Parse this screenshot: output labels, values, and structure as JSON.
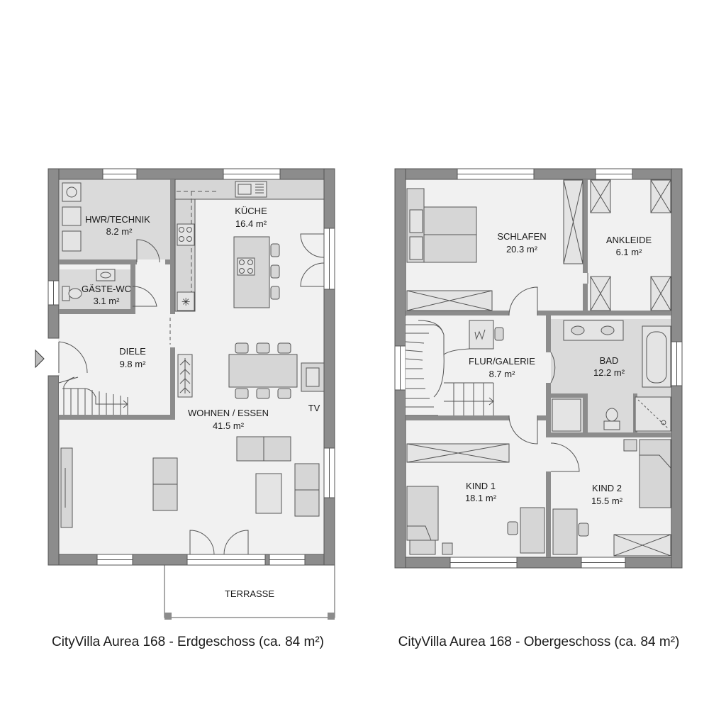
{
  "plans": [
    {
      "id": "ground",
      "caption": "CityVilla Aurea 168 - Erdgeschoss (ca. 84 m²)",
      "rooms": [
        {
          "name": "HWR/TECHNIK",
          "area": "8.2 m²"
        },
        {
          "name": "KÜCHE",
          "area": "16.4 m²"
        },
        {
          "name": "GÄSTE-WC",
          "area": "3.1 m²"
        },
        {
          "name": "DIELE",
          "area": "9.8 m²"
        },
        {
          "name": "WOHNEN / ESSEN",
          "area": "41.5 m²"
        }
      ],
      "labels": {
        "tv": "TV",
        "terrace": "TERRASSE"
      }
    },
    {
      "id": "upper",
      "caption": "CityVilla Aurea 168 - Obergeschoss (ca. 84 m²)",
      "rooms": [
        {
          "name": "SCHLAFEN",
          "area": "20.3 m²"
        },
        {
          "name": "ANKLEIDE",
          "area": "6.1 m²"
        },
        {
          "name": "FLUR/GALERIE",
          "area": "8.7 m²"
        },
        {
          "name": "BAD",
          "area": "12.2 m²"
        },
        {
          "name": "KIND 1",
          "area": "18.1 m²"
        },
        {
          "name": "KIND 2",
          "area": "15.5 m²"
        }
      ]
    }
  ]
}
